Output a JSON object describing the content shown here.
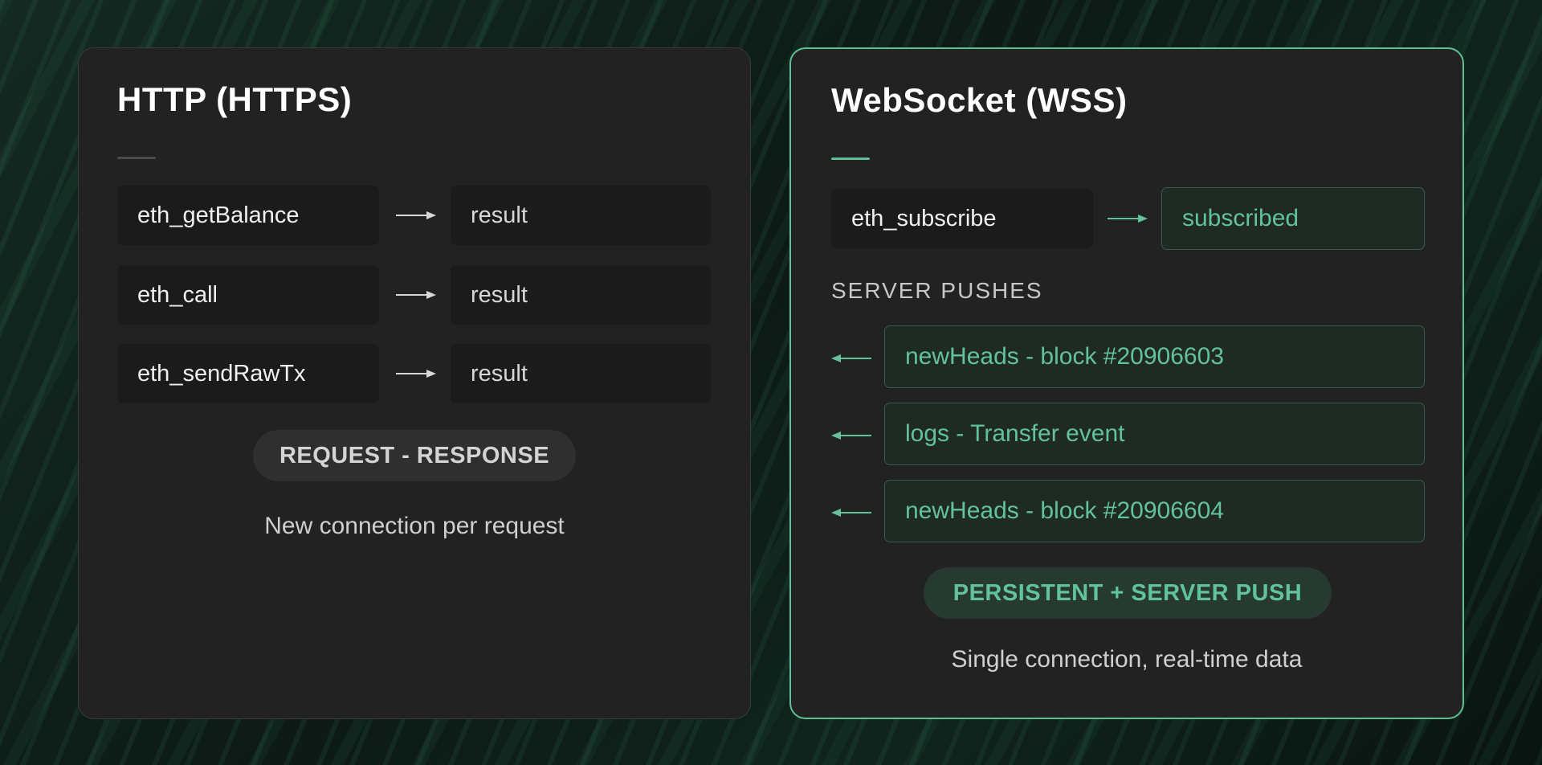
{
  "http": {
    "title": "HTTP (HTTPS)",
    "rows": [
      {
        "method": "eth_getBalance",
        "result": "result"
      },
      {
        "method": "eth_call",
        "result": "result"
      },
      {
        "method": "eth_sendRawTx",
        "result": "result"
      }
    ],
    "badge": "REQUEST - RESPONSE",
    "caption": "New connection per request"
  },
  "ws": {
    "title": "WebSocket (WSS)",
    "subscribe_method": "eth_subscribe",
    "subscribe_result": "subscribed",
    "section_label": "SERVER PUSHES",
    "pushes": [
      "newHeads - block #20906603",
      "logs - Transfer event",
      "newHeads - block #20906604"
    ],
    "badge": "PERSISTENT + SERVER PUSH",
    "caption": "Single connection, real-time data"
  },
  "colors": {
    "accent_green": "#62c29a",
    "card_border_green": "#5fbf95",
    "card_bg": "#222222",
    "arrow_white": "#d8d8d8"
  },
  "icons": {
    "right_arrow": "arrow-right-icon",
    "left_arrow": "arrow-left-icon"
  }
}
